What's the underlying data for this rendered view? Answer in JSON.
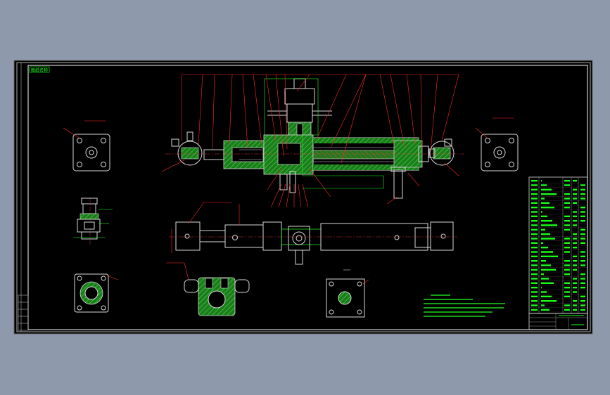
{
  "colors": {
    "background": "#8e9aac",
    "sheet": "#000000",
    "frame": "#c8c8c8",
    "part": "#d9d9d9",
    "section_fill": "#1e7a1e",
    "hatch": "#39e339",
    "leader": "#ff2a2a",
    "note": "#22ff22",
    "title_block_text": "#18ff18"
  },
  "drawing": {
    "corner_label": "图纸名称"
  },
  "views": [
    {
      "name": "main-section-view"
    },
    {
      "name": "top-view"
    },
    {
      "name": "left-end-view"
    },
    {
      "name": "right-end-view"
    },
    {
      "name": "valve-detail-view"
    },
    {
      "name": "flange-detail-view"
    },
    {
      "name": "clevis-detail-view"
    },
    {
      "name": "port-block-detail-view"
    }
  ],
  "icons": [
    "hatch-pattern-icon",
    "leader-line-icon",
    "balloon-number-icon"
  ]
}
